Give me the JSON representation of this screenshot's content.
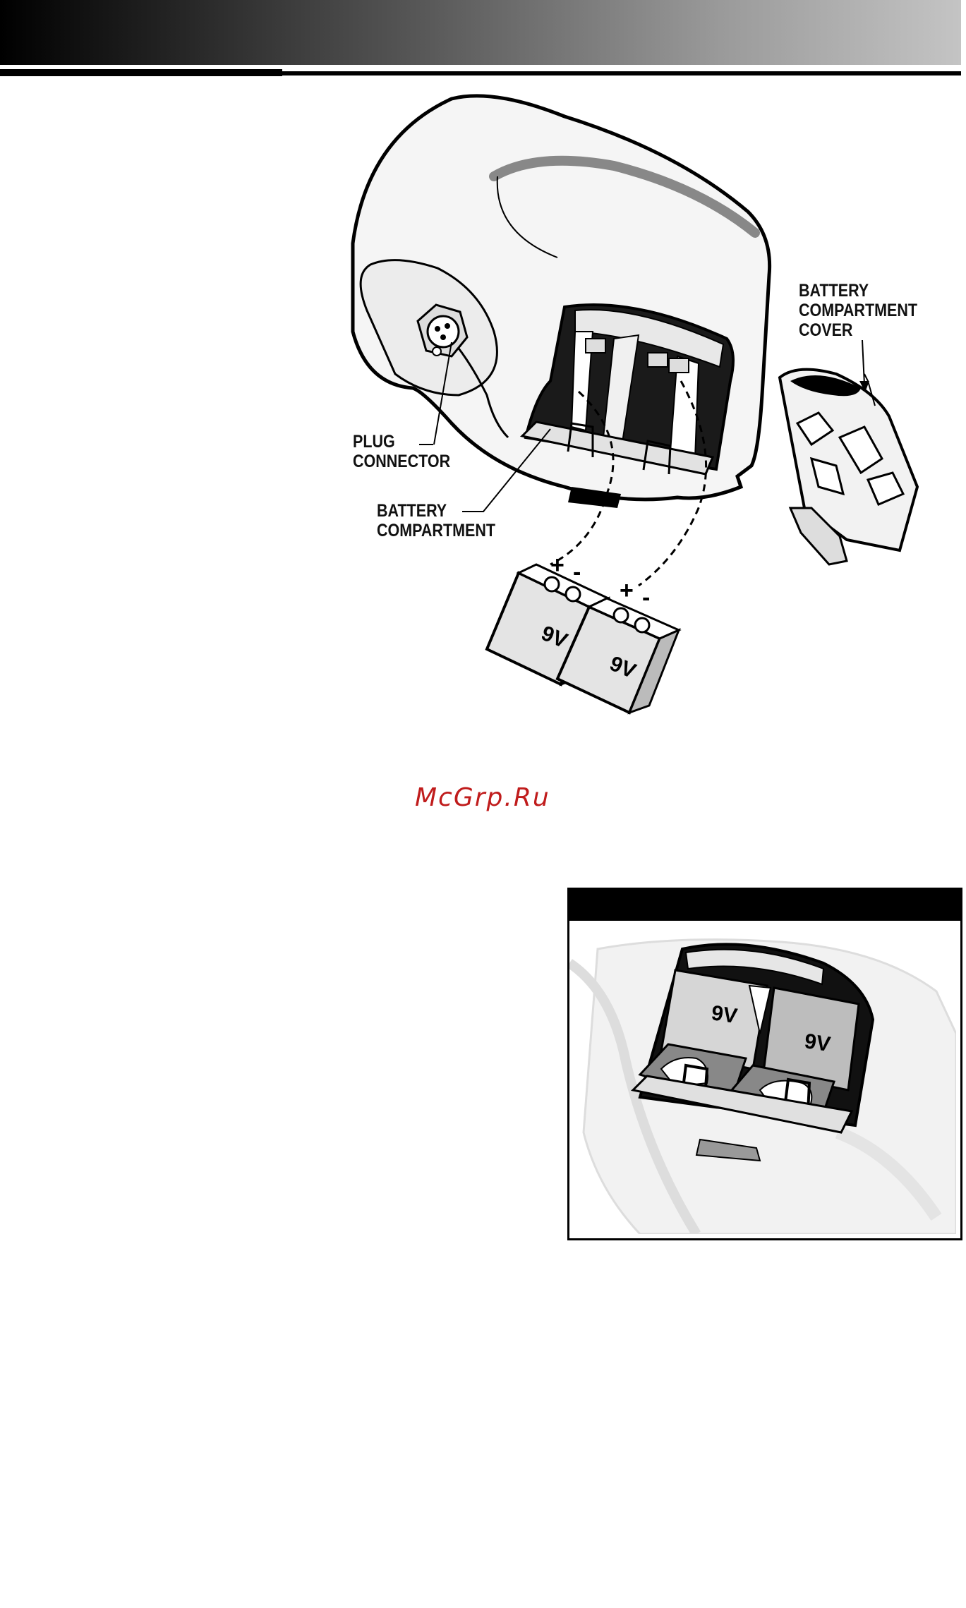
{
  "figure": {
    "labels": {
      "battery_cover": "BATTERY\nCOMPARTMENT\nCOVER",
      "plug_connector": "PLUG\nCONNECTOR",
      "battery_compartment": "BATTERY\nCOMPARTMENT"
    },
    "battery_voltage": "9V",
    "polarity_plus": "+",
    "polarity_minus": "-"
  },
  "inset": {
    "battery_voltage": "9V"
  },
  "watermark": "McGrp.Ru"
}
